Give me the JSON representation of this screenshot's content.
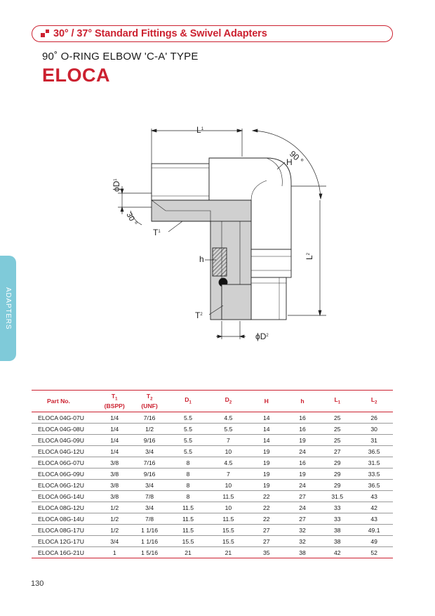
{
  "header": {
    "title": "30° / 37° Standard Fittings & Swivel Adapters"
  },
  "subtitle": "90˚ O-RING ELBOW 'C-A' TYPE",
  "title": "ELOCA",
  "side_tab": "ADAPTERS",
  "drawing": {
    "label_l1": "L",
    "label_l1_sub": "1",
    "label_angle": "90 °",
    "label_h": "H",
    "label_d1": "ϕD",
    "label_d1_sub": "1",
    "label_30": "30 °",
    "label_t1": "T",
    "label_t1_sub": "1",
    "label_l2": "L",
    "label_l2_sub": "2",
    "label_small_h": "h",
    "label_t2": "T",
    "label_t2_sub": "2",
    "label_d2": "ϕD",
    "label_d2_sub": "2"
  },
  "table": {
    "headers": {
      "part": "Part No.",
      "t1": "T",
      "t1_sub": "1",
      "t1_unit": "(BSPP)",
      "t2": "T",
      "t2_sub": "2",
      "t2_unit": "(UNF)",
      "d1": "D",
      "d1_sub": "1",
      "d2": "D",
      "d2_sub": "2",
      "h": "H",
      "small_h": "h",
      "l1": "L",
      "l1_sub": "1",
      "l2": "L",
      "l2_sub": "2"
    },
    "rows": [
      [
        "ELOCA 04G-07U",
        "1/4",
        "7/16",
        "5.5",
        "4.5",
        "14",
        "16",
        "25",
        "26"
      ],
      [
        "ELOCA 04G-08U",
        "1/4",
        "1/2",
        "5.5",
        "5.5",
        "14",
        "16",
        "25",
        "30"
      ],
      [
        "ELOCA 04G-09U",
        "1/4",
        "9/16",
        "5.5",
        "7",
        "14",
        "19",
        "25",
        "31"
      ],
      [
        "ELOCA 04G-12U",
        "1/4",
        "3/4",
        "5.5",
        "10",
        "19",
        "24",
        "27",
        "36.5"
      ],
      [
        "ELOCA 06G-07U",
        "3/8",
        "7/16",
        "8",
        "4.5",
        "19",
        "16",
        "29",
        "31.5"
      ],
      [
        "ELOCA 06G-09U",
        "3/8",
        "9/16",
        "8",
        "7",
        "19",
        "19",
        "29",
        "33.5"
      ],
      [
        "ELOCA 06G-12U",
        "3/8",
        "3/4",
        "8",
        "10",
        "19",
        "24",
        "29",
        "36.5"
      ],
      [
        "ELOCA 06G-14U",
        "3/8",
        "7/8",
        "8",
        "11.5",
        "22",
        "27",
        "31.5",
        "43"
      ],
      [
        "ELOCA 08G-12U",
        "1/2",
        "3/4",
        "11.5",
        "10",
        "22",
        "24",
        "33",
        "42"
      ],
      [
        "ELOCA 08G-14U",
        "1/2",
        "7/8",
        "11.5",
        "11.5",
        "22",
        "27",
        "33",
        "43"
      ],
      [
        "ELOCA 08G-17U",
        "1/2",
        "1 1/16",
        "11.5",
        "15.5",
        "27",
        "32",
        "38",
        "49.1"
      ],
      [
        "ELOCA 12G-17U",
        "3/4",
        "1 1/16",
        "15.5",
        "15.5",
        "27",
        "32",
        "38",
        "49"
      ],
      [
        "ELOCA 16G-21U",
        "1",
        "1 5/16",
        "21",
        "21",
        "35",
        "38",
        "42",
        "52"
      ]
    ]
  },
  "page_number": "130",
  "colors": {
    "accent": "#cc2130",
    "tab": "#7fcad9",
    "metal": "#d0d0d0"
  }
}
